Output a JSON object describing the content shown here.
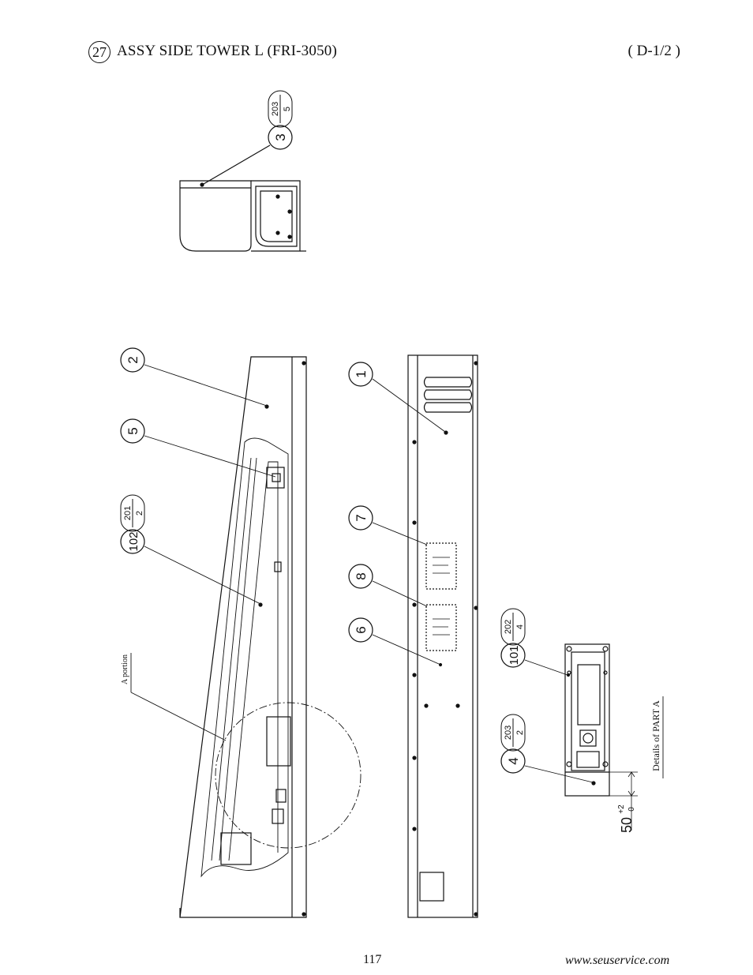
{
  "header": {
    "section_number": "27",
    "title": "ASSY SIDE TOWER L (FRI-3050)",
    "sheet": "( D-1/2 )"
  },
  "callouts": {
    "c1": "1",
    "c2": "2",
    "c3": "3",
    "c4": "4",
    "c5": "5",
    "c6": "6",
    "c7": "7",
    "c8": "8",
    "c101": "101",
    "c102": "102"
  },
  "fractions": {
    "f203_5": {
      "num": "203",
      "den": "5"
    },
    "f201_2": {
      "num": "201",
      "den": "2"
    },
    "f202_4": {
      "num": "202",
      "den": "4"
    },
    "f203_2": {
      "num": "203",
      "den": "2"
    }
  },
  "labels": {
    "a_portion": "A portion",
    "details_part_a": "Details of PART A",
    "dimension_main": "50",
    "dimension_tol_upper": "+2",
    "dimension_tol_lower": "0"
  },
  "footer": {
    "page_number": "117",
    "website": "www.seuservice.com"
  }
}
